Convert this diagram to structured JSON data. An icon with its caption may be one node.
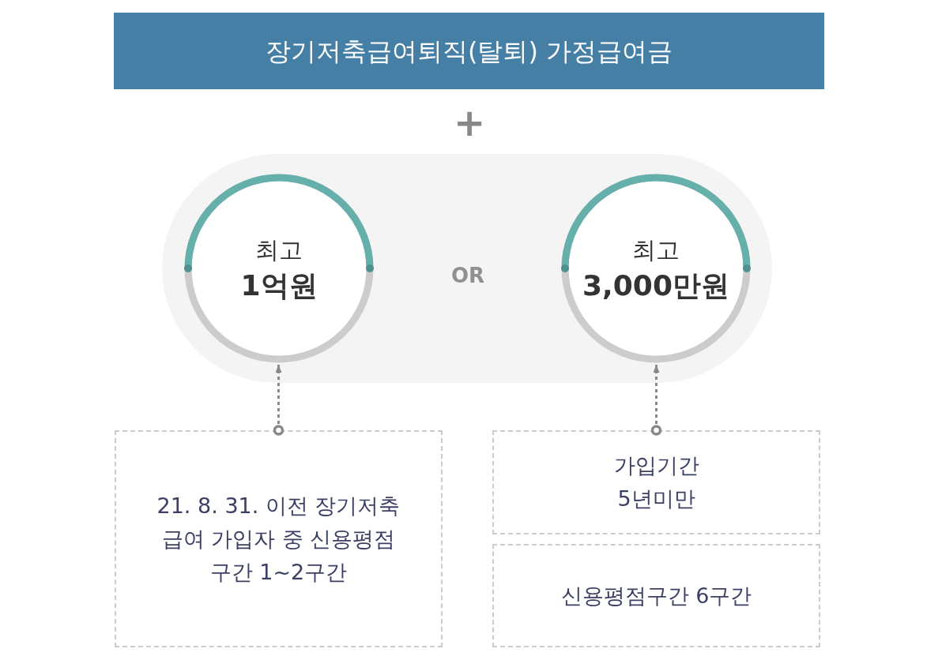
{
  "diagram": {
    "title": "장기저축급여퇴직(탈퇴) 가정급여금",
    "nodes": [
      {
        "text": [],
        "shape": "band"
      },
      {
        "text": [
          "최고",
          "1억원"
        ],
        "in": 0
      },
      {
        "text": [
          "최고",
          "3,000만원"
        ],
        "in": 0
      },
      {
        "text": [
          "21. 8. 31. 이전 장기저축급여 가입자 중 신용평점구간 1~2구간"
        ]
      },
      {
        "text": [
          "가입기간 5년미만"
        ]
      },
      {
        "text": [
          "신용평점구간 6구간"
        ]
      }
    ],
    "edges": [
      {
        "from": 3,
        "to": 1,
        "arrow": "to",
        "style": "dashed"
      },
      {
        "from": 4,
        "to": 2,
        "arrow": "to",
        "style": "dashed"
      }
    ],
    "labels": [
      "+",
      "OR"
    ]
  }
}
